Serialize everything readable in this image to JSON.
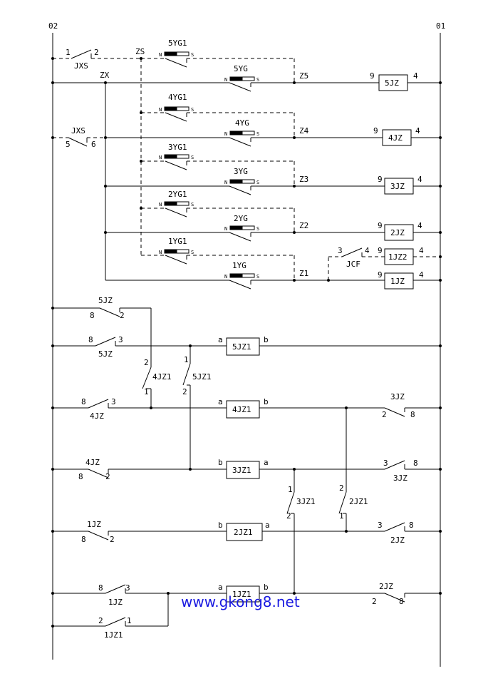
{
  "rails": {
    "left": "02",
    "right": "01"
  },
  "nodes": {
    "zs": "ZS",
    "zx": "ZX",
    "z5": "Z5",
    "z4": "Z4",
    "z3": "Z3",
    "z2": "Z2",
    "z1": "Z1"
  },
  "switches": {
    "yg1": [
      "5YG1",
      "4YG1",
      "3YG1",
      "2YG1",
      "1YG1"
    ],
    "yg": [
      "5YG",
      "4YG",
      "3YG",
      "2YG",
      "1YG"
    ],
    "pole_n": "N",
    "pole_s": "S"
  },
  "relays": {
    "jz": [
      "5JZ",
      "4JZ",
      "3JZ",
      "2JZ",
      "1JZ"
    ],
    "jz1": [
      "5JZ1",
      "4JZ1",
      "3JZ1",
      "2JZ1",
      "1JZ1"
    ],
    "jz2": "1JZ2",
    "pin_9": "9",
    "pin_4": "4",
    "pin_a": "a",
    "pin_b": "b"
  },
  "contacts": {
    "jxs": "JXS",
    "jcf": "JCF",
    "n1": "1",
    "n2": "2",
    "n3": "3",
    "n4": "4",
    "n5": "5",
    "n6": "6",
    "n8": "8"
  },
  "watermark": "www.gkong8.net"
}
